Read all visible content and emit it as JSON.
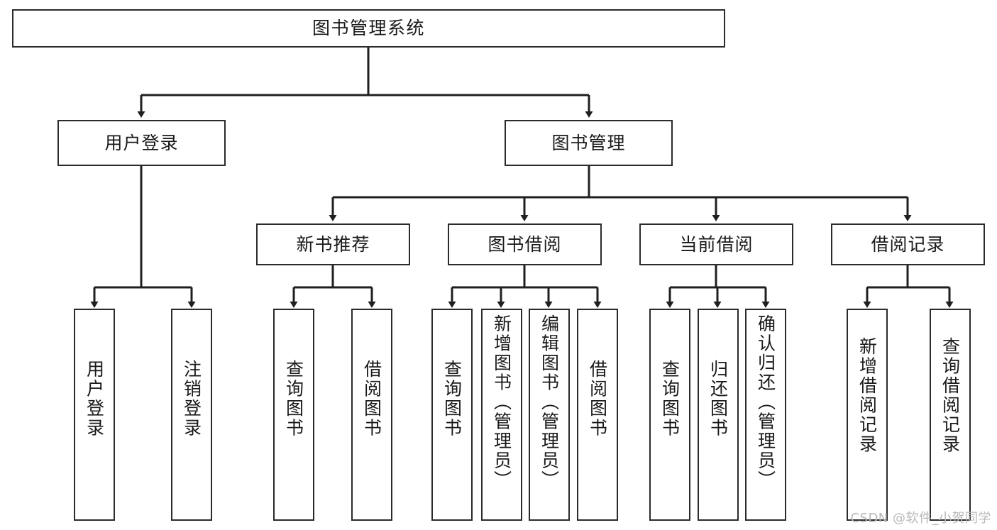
{
  "diagram": {
    "type": "tree",
    "title": "图书管理系统",
    "watermark": "CSDN @软件_小贺同学",
    "colors": {
      "box_border": "#2b2b2b",
      "box_fill": "#ffffff",
      "edge": "#1f1f1f",
      "text": "#1a1a1a",
      "watermark": "#b8b8b8",
      "background": "#ffffff"
    },
    "nodes": {
      "root": "图书管理系统",
      "level2": {
        "user_login": "用户登录",
        "book_manage": "图书管理"
      },
      "level3": {
        "new_book_rec": "新书推荐",
        "book_borrow": "图书借阅",
        "current_borrow": "当前借阅",
        "borrow_record": "借阅记录"
      },
      "leaves": {
        "user_login_1": "用户登录",
        "user_login_2": "注销登录",
        "new_book_rec_1": "查询图书",
        "new_book_rec_2": "借阅图书",
        "book_borrow_1": "查询图书",
        "book_borrow_2": "新增图书（管理员）",
        "book_borrow_3": "编辑图书（管理员）",
        "book_borrow_4": "借阅图书",
        "current_borrow_1": "查询图书",
        "current_borrow_2": "归还图书",
        "current_borrow_3": "确认归还（管理员）",
        "borrow_record_1": "新增借阅记录",
        "borrow_record_2": "查询借阅记录"
      }
    }
  }
}
